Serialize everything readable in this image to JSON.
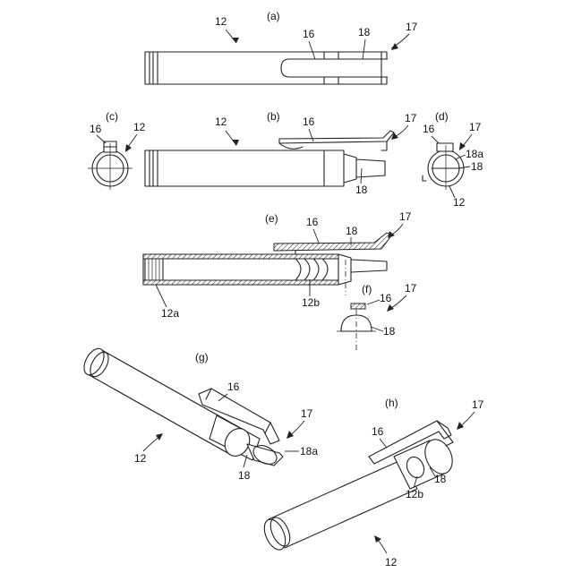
{
  "panels": {
    "a": "(a)",
    "b": "(b)",
    "c": "(c)",
    "d": "(d)",
    "e": "(e)",
    "f": "(f)",
    "g": "(g)",
    "h": "(h)"
  },
  "labels": {
    "a_12": "12",
    "a_16": "16",
    "a_18": "18",
    "a_17": "17",
    "b_12": "12",
    "b_16": "16",
    "b_17": "17",
    "b_18": "18",
    "c_16": "16",
    "c_12": "12",
    "d_16": "16",
    "d_17": "17",
    "d_18a": "18a",
    "d_18": "18",
    "d_12": "12",
    "e_16": "16",
    "e_18": "18",
    "e_17": "17",
    "e_12a": "12a",
    "e_12b": "12b",
    "f_16": "16",
    "f_17": "17",
    "f_18": "18",
    "g_16": "16",
    "g_17": "17",
    "g_12": "12",
    "g_18": "18",
    "g_18a": "18a",
    "h_16": "16",
    "h_17": "17",
    "h_18": "18",
    "h_12b": "12b",
    "h_12": "12"
  }
}
